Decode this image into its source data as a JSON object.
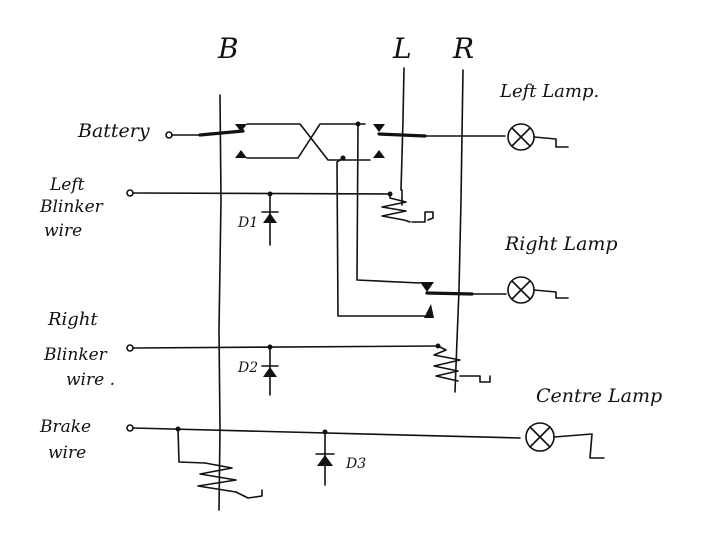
{
  "bus_labels": {
    "b": "B",
    "l": "L",
    "r": "R"
  },
  "wire_labels": {
    "battery": "Battery",
    "left_blinker": [
      "Left",
      "Blinker",
      "wire"
    ],
    "right_blinker": [
      "Right",
      "Blinker",
      "wire ."
    ],
    "brake": [
      "Brake",
      "wire"
    ]
  },
  "lamp_labels": {
    "left": "Left Lamp.",
    "right": "Right Lamp",
    "centre": "Centre Lamp"
  },
  "diode_labels": {
    "d1": "D1",
    "d2": "D2",
    "d3": "D3"
  }
}
